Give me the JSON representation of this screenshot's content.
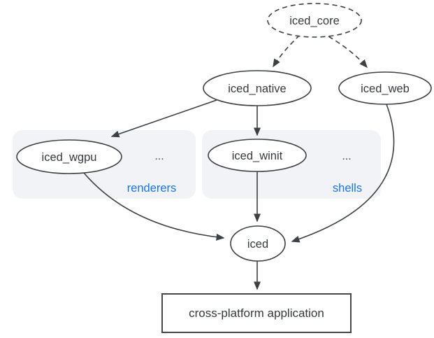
{
  "diagram": {
    "description": "iced crate dependency graph",
    "colors": {
      "stroke": "#3c4043",
      "node_text": "#35393e",
      "group_fill": "#f1f3f7",
      "group_label_blue": "#1a73e8",
      "background": "#ffffff"
    },
    "nodes": {
      "iced_core": {
        "label": "iced_core",
        "shape": "dashed-ellipse"
      },
      "iced_native": {
        "label": "iced_native",
        "shape": "ellipse"
      },
      "iced_web": {
        "label": "iced_web",
        "shape": "ellipse"
      },
      "iced_wgpu": {
        "label": "iced_wgpu",
        "shape": "ellipse"
      },
      "iced_winit": {
        "label": "iced_winit",
        "shape": "ellipse"
      },
      "iced": {
        "label": "iced",
        "shape": "ellipse"
      },
      "app": {
        "label": "cross-platform application",
        "shape": "rect"
      }
    },
    "groups": {
      "renderers": {
        "label": "renderers",
        "ellipsis": "...",
        "members": [
          "iced_wgpu"
        ]
      },
      "shells": {
        "label": "shells",
        "ellipsis": "...",
        "members": [
          "iced_winit"
        ]
      }
    },
    "edges": [
      {
        "from": "iced_core",
        "to": "iced_native",
        "style": "dashed"
      },
      {
        "from": "iced_core",
        "to": "iced_web",
        "style": "dashed"
      },
      {
        "from": "iced_native",
        "to": "iced_wgpu",
        "style": "solid"
      },
      {
        "from": "iced_native",
        "to": "iced_winit",
        "style": "solid"
      },
      {
        "from": "iced_winit",
        "to": "iced",
        "style": "solid"
      },
      {
        "from": "iced_wgpu",
        "to": "iced",
        "style": "solid"
      },
      {
        "from": "iced_web",
        "to": "iced",
        "style": "solid"
      },
      {
        "from": "iced",
        "to": "app",
        "style": "solid"
      }
    ]
  }
}
